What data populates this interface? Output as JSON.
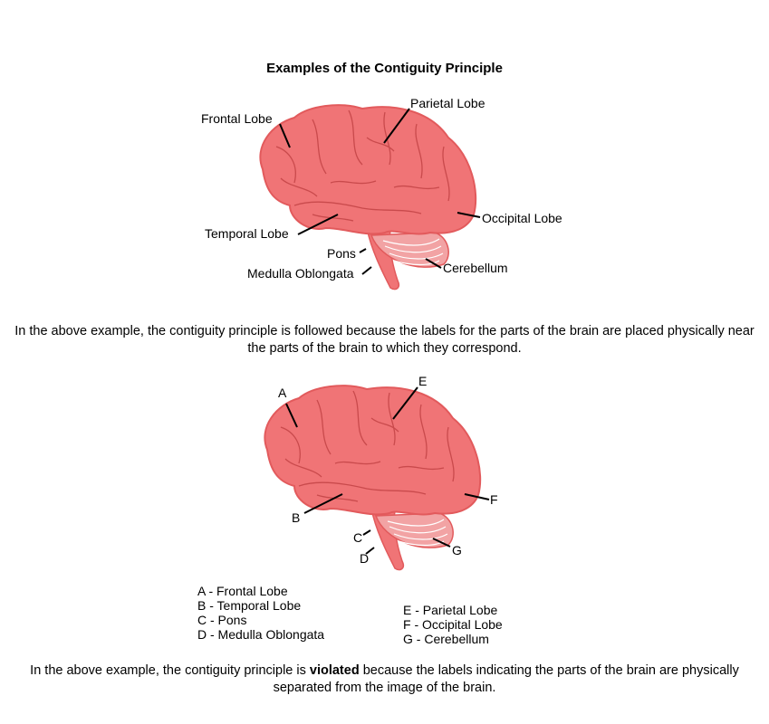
{
  "title": "Examples of the Contiguity Principle",
  "diagram1": {
    "labels": {
      "frontal": "Frontal Lobe",
      "parietal": "Parietal Lobe",
      "temporal": "Temporal Lobe",
      "occipital": "Occipital Lobe",
      "pons": "Pons",
      "medulla": "Medulla Oblongata",
      "cerebellum": "Cerebellum"
    },
    "caption": "In the above example, the contiguity principle is followed because the labels for the parts of the brain are placed physically near the parts of the brain to which they correspond."
  },
  "diagram2": {
    "letters": {
      "a": "A",
      "b": "B",
      "c": "C",
      "d": "D",
      "e": "E",
      "f": "F",
      "g": "G"
    },
    "legend_left": [
      "A - Frontal Lobe",
      "B - Temporal Lobe",
      "C - Pons",
      "D - Medulla Oblongata"
    ],
    "legend_right": [
      "E - Parietal Lobe",
      "F - Occipital Lobe",
      "G - Cerebellum"
    ],
    "caption_before": "In the above example, the contiguity principle is ",
    "caption_bold": "violated",
    "caption_after": " because the labels indicating the parts of the brain are physically separated from the image of the brain."
  },
  "colors": {
    "brain_fill": "#f07476",
    "brain_outline": "#e25a5c",
    "fold_line": "#c94a4c",
    "cerebellum": "#f2a3a4",
    "leader": "#000000"
  }
}
